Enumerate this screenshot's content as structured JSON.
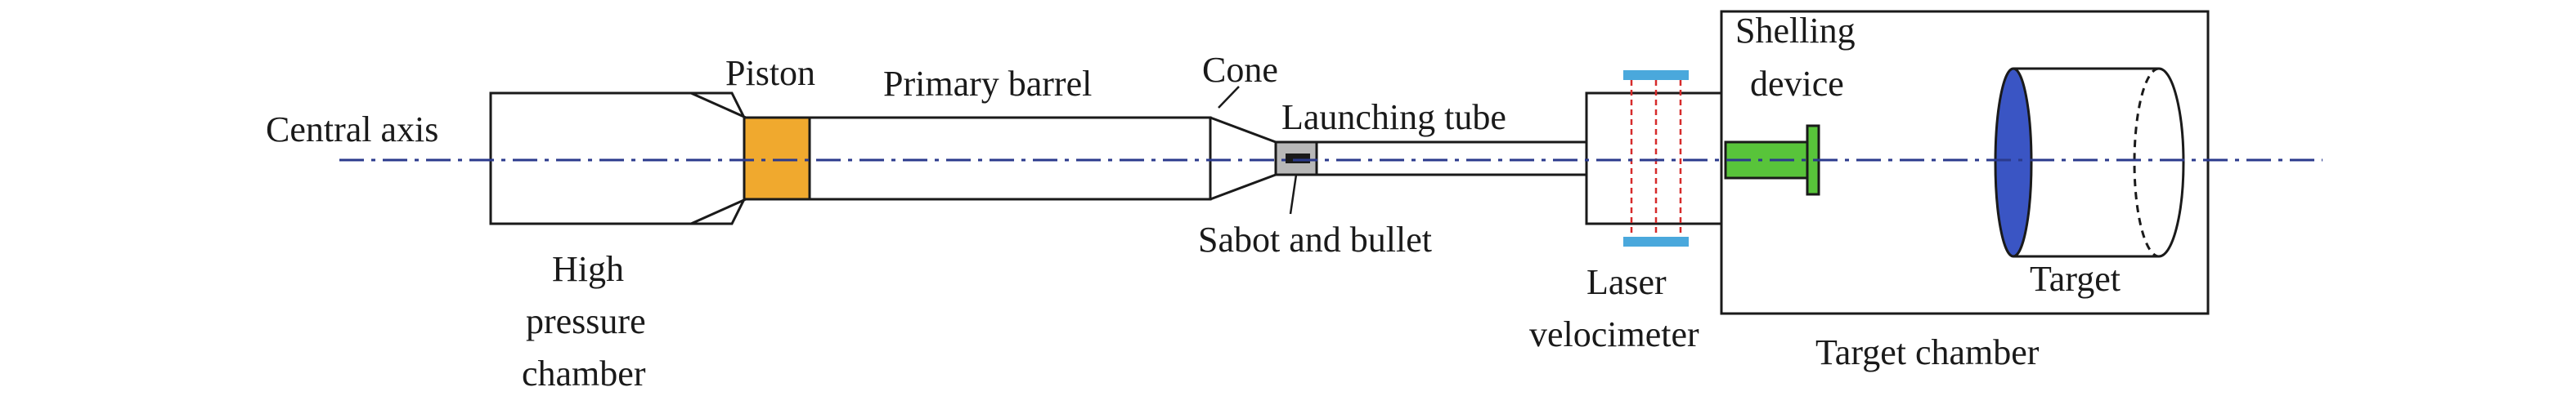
{
  "labels": {
    "central_axis": "Central axis",
    "piston": "Piston",
    "primary_barrel": "Primary barrel",
    "cone": "Cone",
    "launching_tube": "Launching tube",
    "shelling_device_line1": "Shelling",
    "shelling_device_line2": "device",
    "high_pressure_line1": "High",
    "high_pressure_line2": "pressure",
    "high_pressure_line3": "chamber",
    "sabot_and_bullet": "Sabot and bullet",
    "laser_velocimeter_line1": "Laser",
    "laser_velocimeter_line2": "velocimeter",
    "target": "Target",
    "target_chamber": "Target chamber"
  },
  "colors": {
    "outline": "#1a1a1a",
    "axis": "#2b3a8c",
    "piston": "#f0a92e",
    "sabot": "#b8b8b8",
    "laser_mount": "#4aa8dc",
    "laser_beam": "#d62b2b",
    "shelling_device": "#58c43a",
    "target_face": "#3a55c4"
  }
}
